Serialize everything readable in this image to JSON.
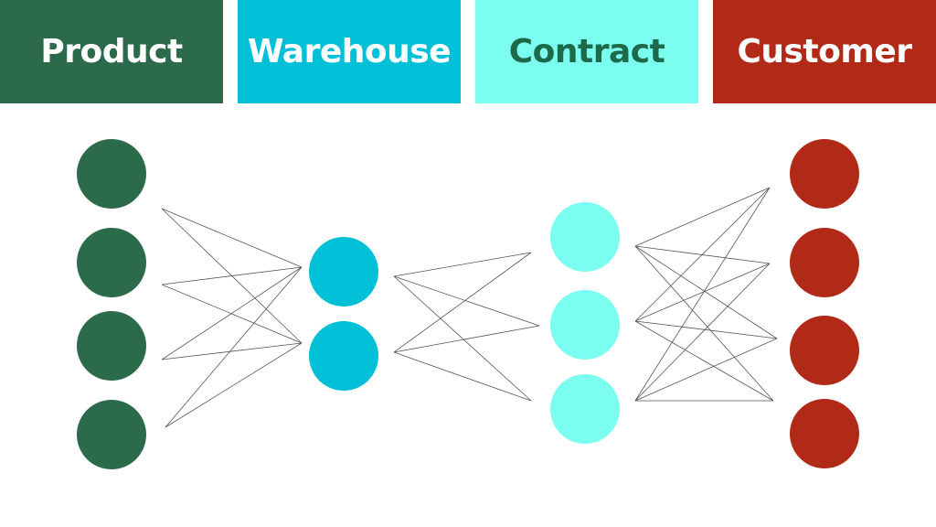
{
  "columns": [
    {
      "id": "product",
      "label": "Product",
      "bg": "#2c6a4c",
      "fg": "#ffffff",
      "node_color": "#2c6a4c",
      "node_count": 4
    },
    {
      "id": "warehouse",
      "label": "Warehouse",
      "bg": "#00c0d8",
      "fg": "#ffffff",
      "node_color": "#00c0d8",
      "node_count": 2
    },
    {
      "id": "contract",
      "label": "Contract",
      "bg": "#7bfdef",
      "fg": "#1d6a4a",
      "node_color": "#7bfdef",
      "node_count": 3
    },
    {
      "id": "customer",
      "label": "Customer",
      "bg": "#b02a17",
      "fg": "#ffffff",
      "node_color": "#b02a17",
      "node_count": 4
    }
  ],
  "edge_color": "#555555"
}
